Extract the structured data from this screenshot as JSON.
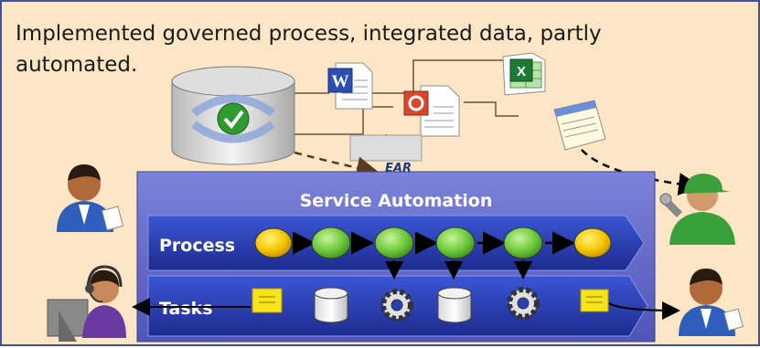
{
  "caption": "Implemented governed process, integrated data, partly automated.",
  "automation_title": "Service Automation",
  "lanes": {
    "process": "Process",
    "tasks": "Tasks"
  },
  "ear_label": "EAR",
  "colors": {
    "background": "#fde6c5",
    "border": "#3d4fa8",
    "panel": "#6169c9",
    "lane": "#2a3fb2",
    "node_green": "#6dc83a",
    "node_yellow": "#f5c400"
  },
  "icons": [
    "database-sync-icon",
    "word-document-icon",
    "powerpoint-document-icon",
    "excel-document-icon",
    "notepad-document-icon",
    "ear-package-icon",
    "user-left-icon",
    "service-engineer-icon",
    "call-center-agent-icon",
    "user-right-icon",
    "note-icon",
    "cylinder-icon",
    "gear-icon"
  ]
}
